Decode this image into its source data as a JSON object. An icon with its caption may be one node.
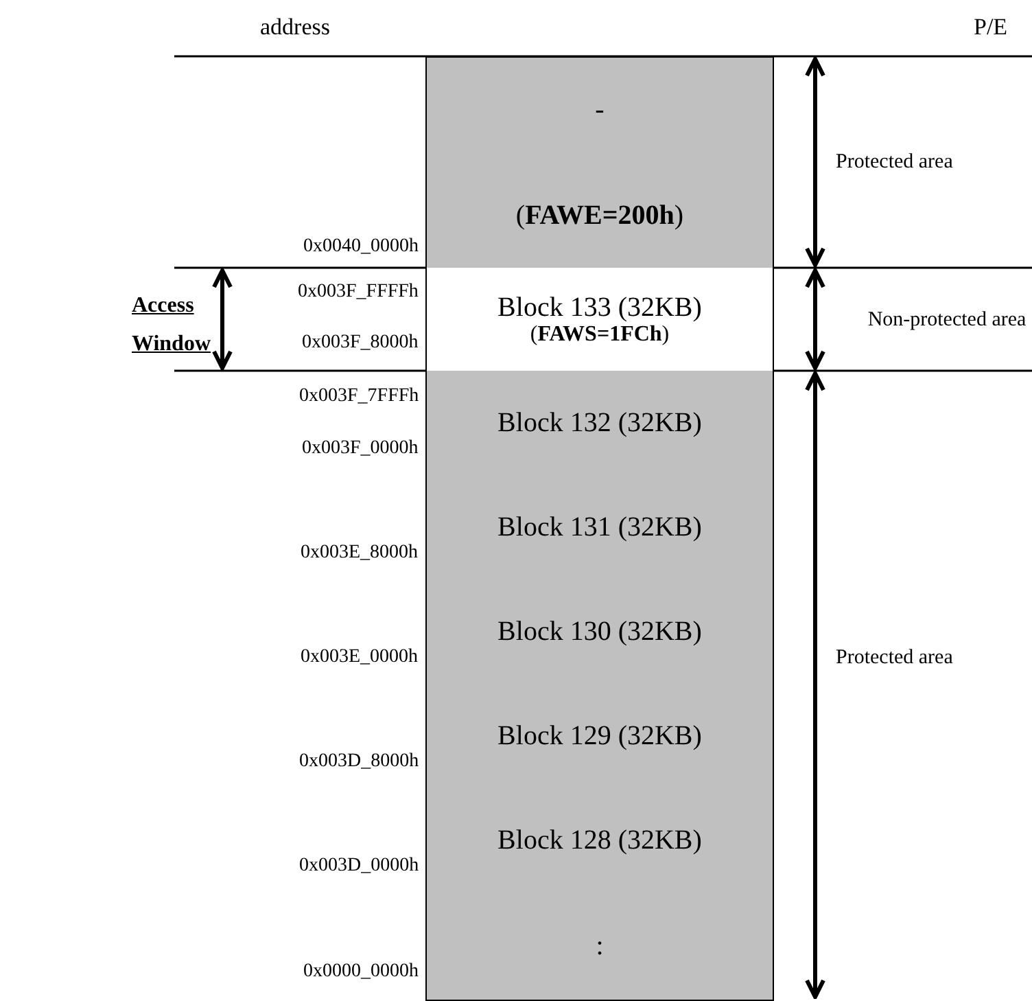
{
  "diagram": {
    "nodes": [
      {
        "text": [
          "-"
        ]
      },
      {
        "text": [
          "(**FAWE=200h**)"
        ]
      },
      {
        "text": [
          "Block 133 (32KB)",
          "(**FAWS=1FCh**)"
        ]
      },
      {
        "text": [
          "Block 132 (32KB)"
        ]
      },
      {
        "text": [
          "Block 131 (32KB)"
        ]
      },
      {
        "text": [
          "Block 130 (32KB)"
        ]
      },
      {
        "text": [
          "Block 129 (32KB)"
        ]
      },
      {
        "text": [
          "Block 128 (32KB)"
        ]
      },
      {
        "text": [
          ":"
        ]
      }
    ],
    "edges": [],
    "labels": [
      "address",
      "P/E",
      "Protected area",
      "0x0040_0000h",
      "Access Window",
      "0x003F_FFFFh",
      "Non-protected area",
      "0x003F_8000h",
      "0x003F_7FFFh",
      "0x003F_0000h",
      "0x003E_8000h",
      "0x003E_0000h",
      "Protected area",
      "0x003D_8000h",
      "0x003D_0000h",
      "0x0000_0000h"
    ]
  }
}
